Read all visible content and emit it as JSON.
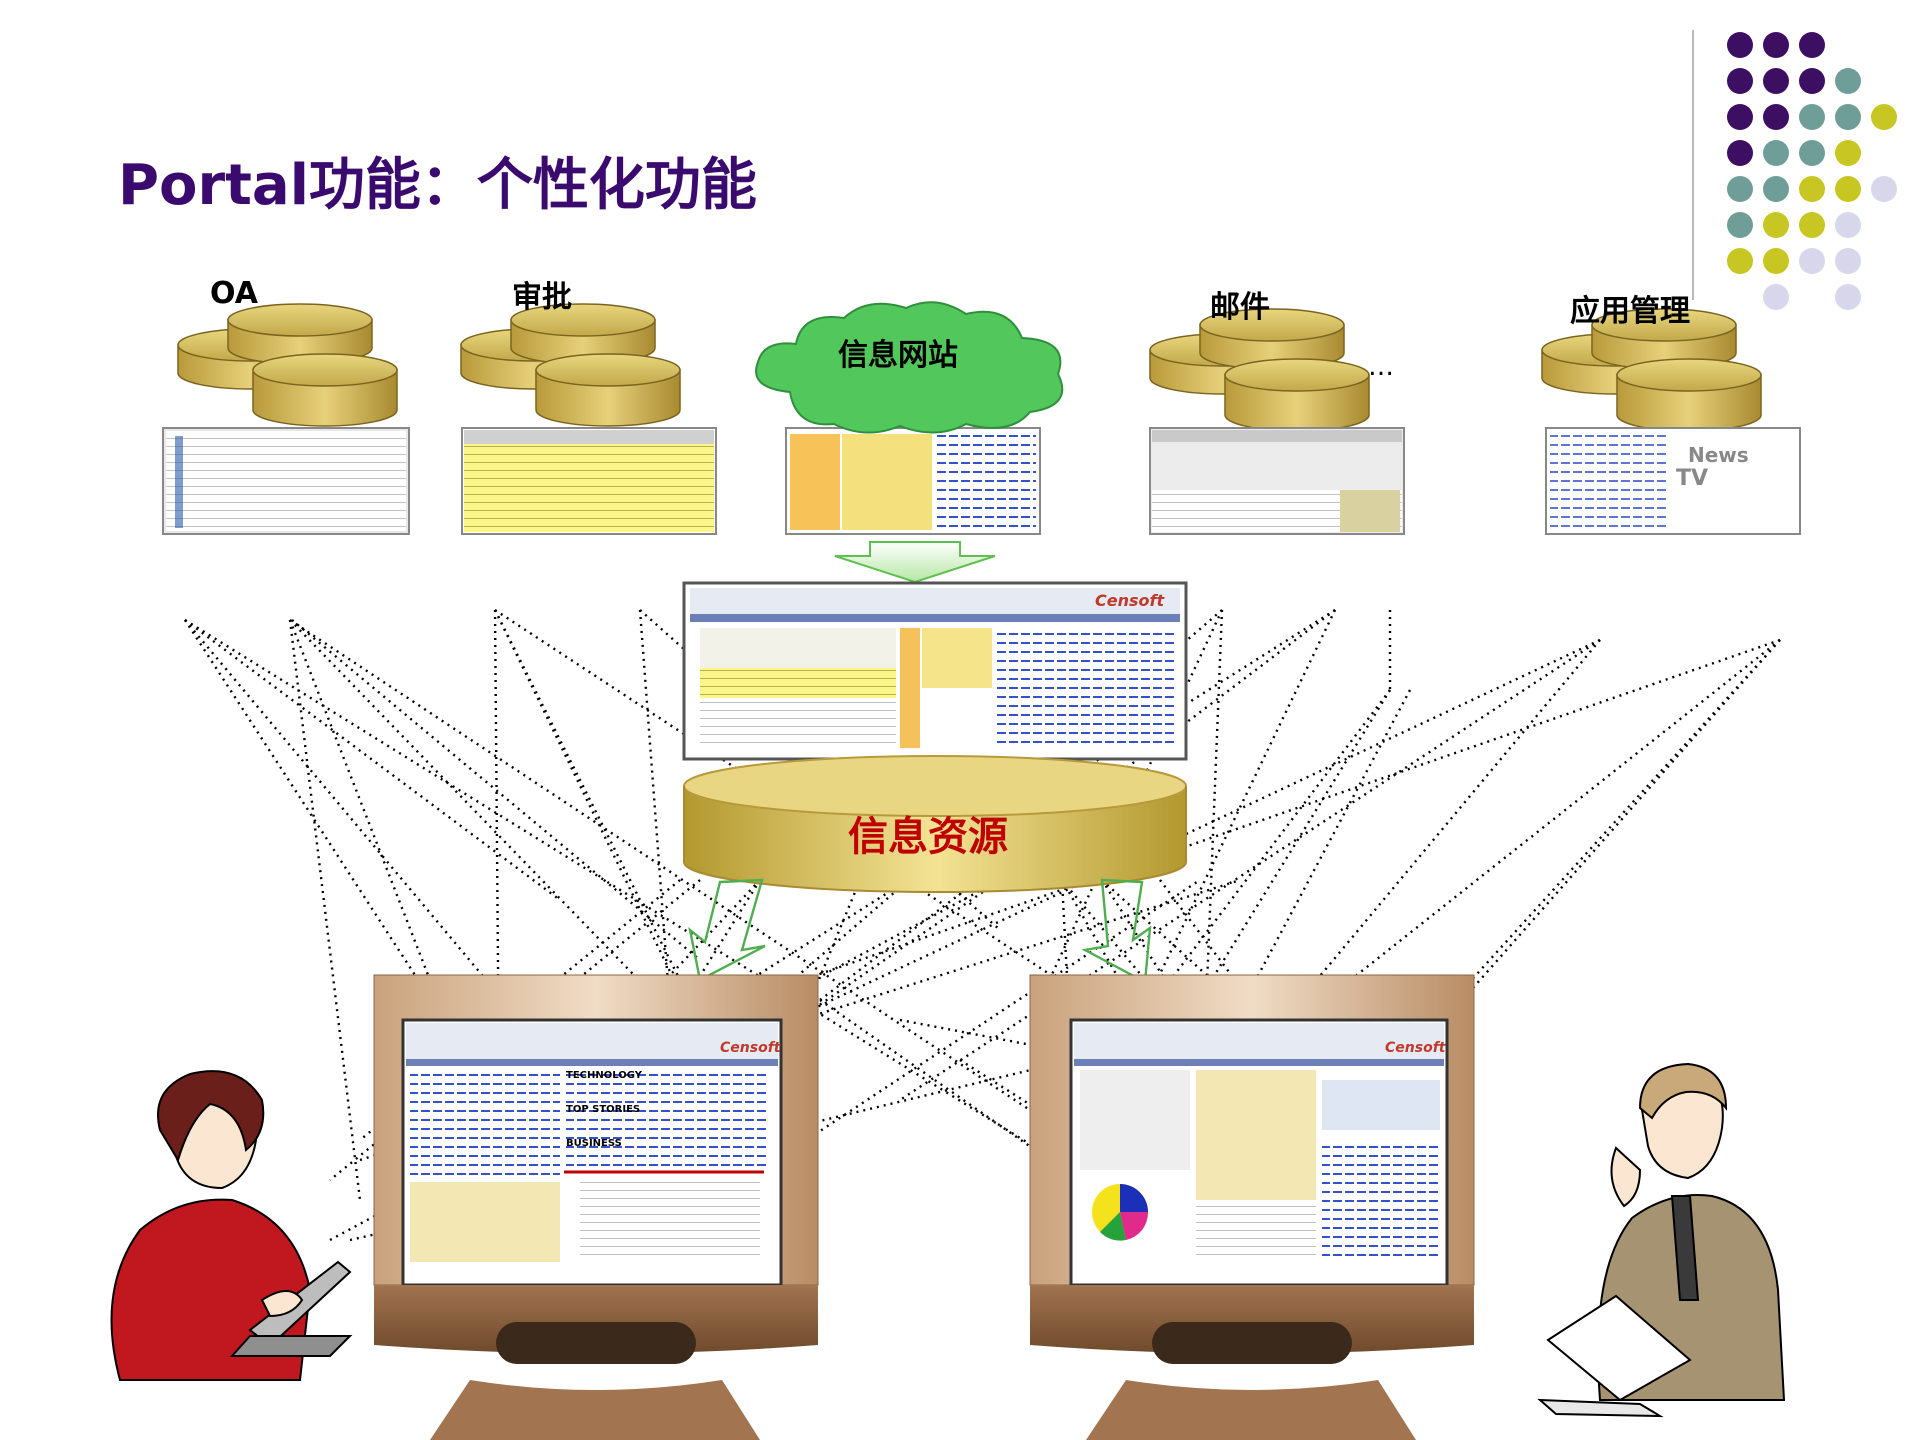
{
  "title": "Portal功能：个性化功能",
  "sources": {
    "oa": "OA",
    "approval": "审批",
    "website": "信息网站",
    "mail": "邮件",
    "app_management": "应用管理",
    "ellipsis": "…"
  },
  "resource": "信息资源",
  "screens": {
    "portal_brand": "Censoft",
    "news_headers": [
      "TECHNOLOGY",
      "TOP STORIES",
      "BUSINESS"
    ]
  },
  "colors": {
    "title": "#3a0a6e",
    "coin": "#c8b45a",
    "cloud": "#4cc45a",
    "resource_text": "#c00000",
    "dot_purple": "#3d0f63",
    "dot_teal": "#6f9e99",
    "dot_yellow": "#c8c622",
    "dot_lilac": "#d8d6ea"
  }
}
